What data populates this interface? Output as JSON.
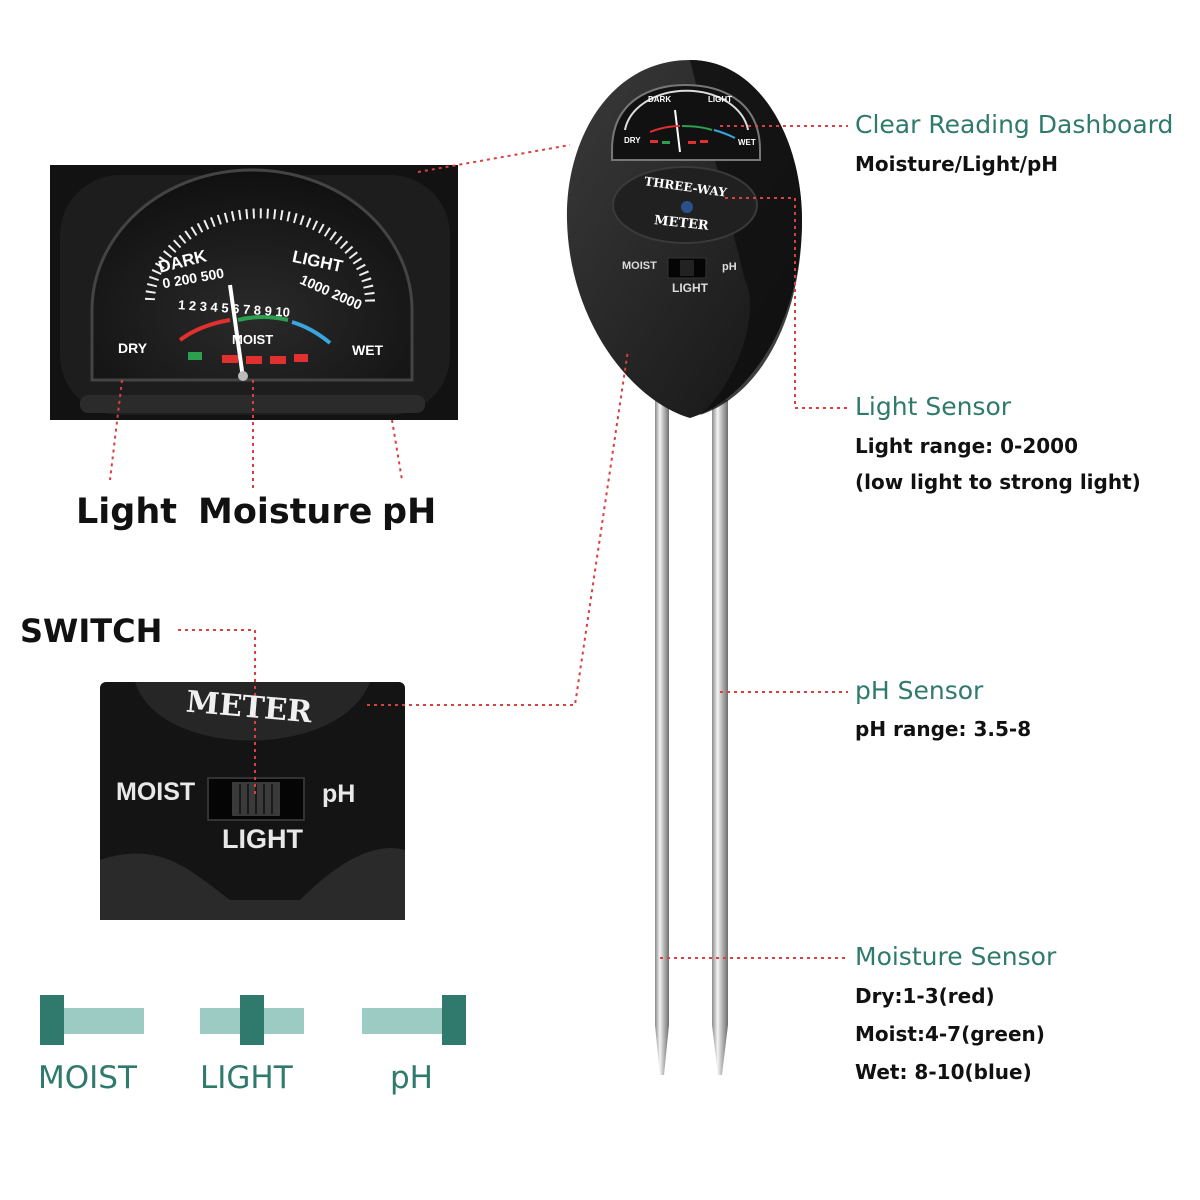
{
  "callouts": {
    "dashboard": {
      "title": "Clear Reading Dashboard",
      "lines": [
        "Moisture/Light/pH"
      ]
    },
    "light": {
      "title": "Light Sensor",
      "lines": [
        "Light range: 0-2000",
        "(low light to strong light)"
      ]
    },
    "ph": {
      "title": "pH Sensor",
      "lines": [
        "pH range: 3.5-8"
      ]
    },
    "moisture": {
      "title": "Moisture Sensor",
      "lines": [
        "Dry:1-3(red)",
        "Moist:4-7(green)",
        "Wet: 8-10(blue)"
      ]
    }
  },
  "dial_zoom": {
    "dark": "DARK",
    "light_scale_low": "0 200 500",
    "light": "LIGHT",
    "light_scale_high": "1000 2000",
    "moist_numbers": "1 2 3 4 5 6 7 8 9 10",
    "moist": "MOIST",
    "dry": "DRY",
    "wet": "WET"
  },
  "dial_labels": {
    "light": "Light",
    "moisture": "Moisture",
    "ph": "pH"
  },
  "switch": {
    "title": "SWITCH",
    "meter": "METER",
    "moist": "MOIST",
    "ph": "pH",
    "light": "LIGHT"
  },
  "device": {
    "face_top": "THREE-WAY",
    "face_bottom": "METER",
    "switch_moist": "MOIST",
    "switch_ph": "pH",
    "switch_light": "LIGHT",
    "mini_dry": "DRY",
    "mini_wet": "WET",
    "mini_dark": "DARK",
    "mini_light": "LIGHT"
  },
  "modes": [
    {
      "label": "MOIST",
      "position": 0
    },
    {
      "label": "LIGHT",
      "position": 0.5
    },
    {
      "label": "pH",
      "position": 1
    }
  ],
  "colors": {
    "accent": "#2f7a6c",
    "slider_track": "#9ccbc3",
    "slider_knob": "#2f7a6c",
    "dry_red": "#e03030",
    "moist_green": "#2da050",
    "wet_blue": "#3aa6e0",
    "leader_line": "#d94040"
  }
}
